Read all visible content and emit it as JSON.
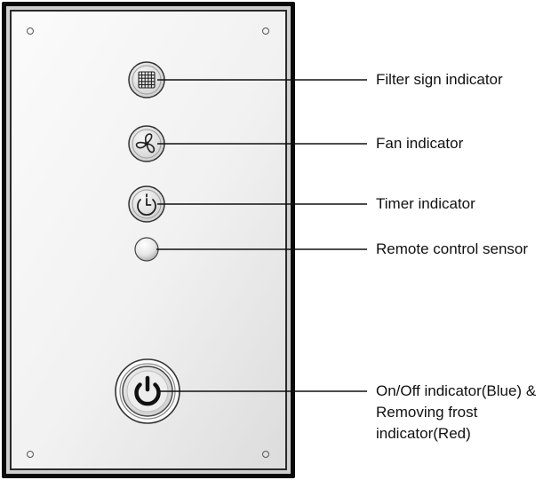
{
  "labels": {
    "filter": "Filter sign indicator",
    "fan": "Fan indicator",
    "timer": "Timer indicator",
    "sensor": "Remote control sensor",
    "onoff_line1": "On/Off indicator(Blue) &",
    "onoff_line2": "Removing frost",
    "onoff_line3": "indicator(Red)"
  },
  "icons": {
    "filter": "filter-grid-icon",
    "fan": "fan-icon",
    "timer": "timer-clock-icon",
    "sensor": "sensor-dome",
    "power": "power-icon"
  },
  "colors": {
    "panel_frame": "#000000",
    "panel_face": "#f4f4f4",
    "button_face": "#e4e4e4",
    "icon_stroke": "#222222"
  }
}
